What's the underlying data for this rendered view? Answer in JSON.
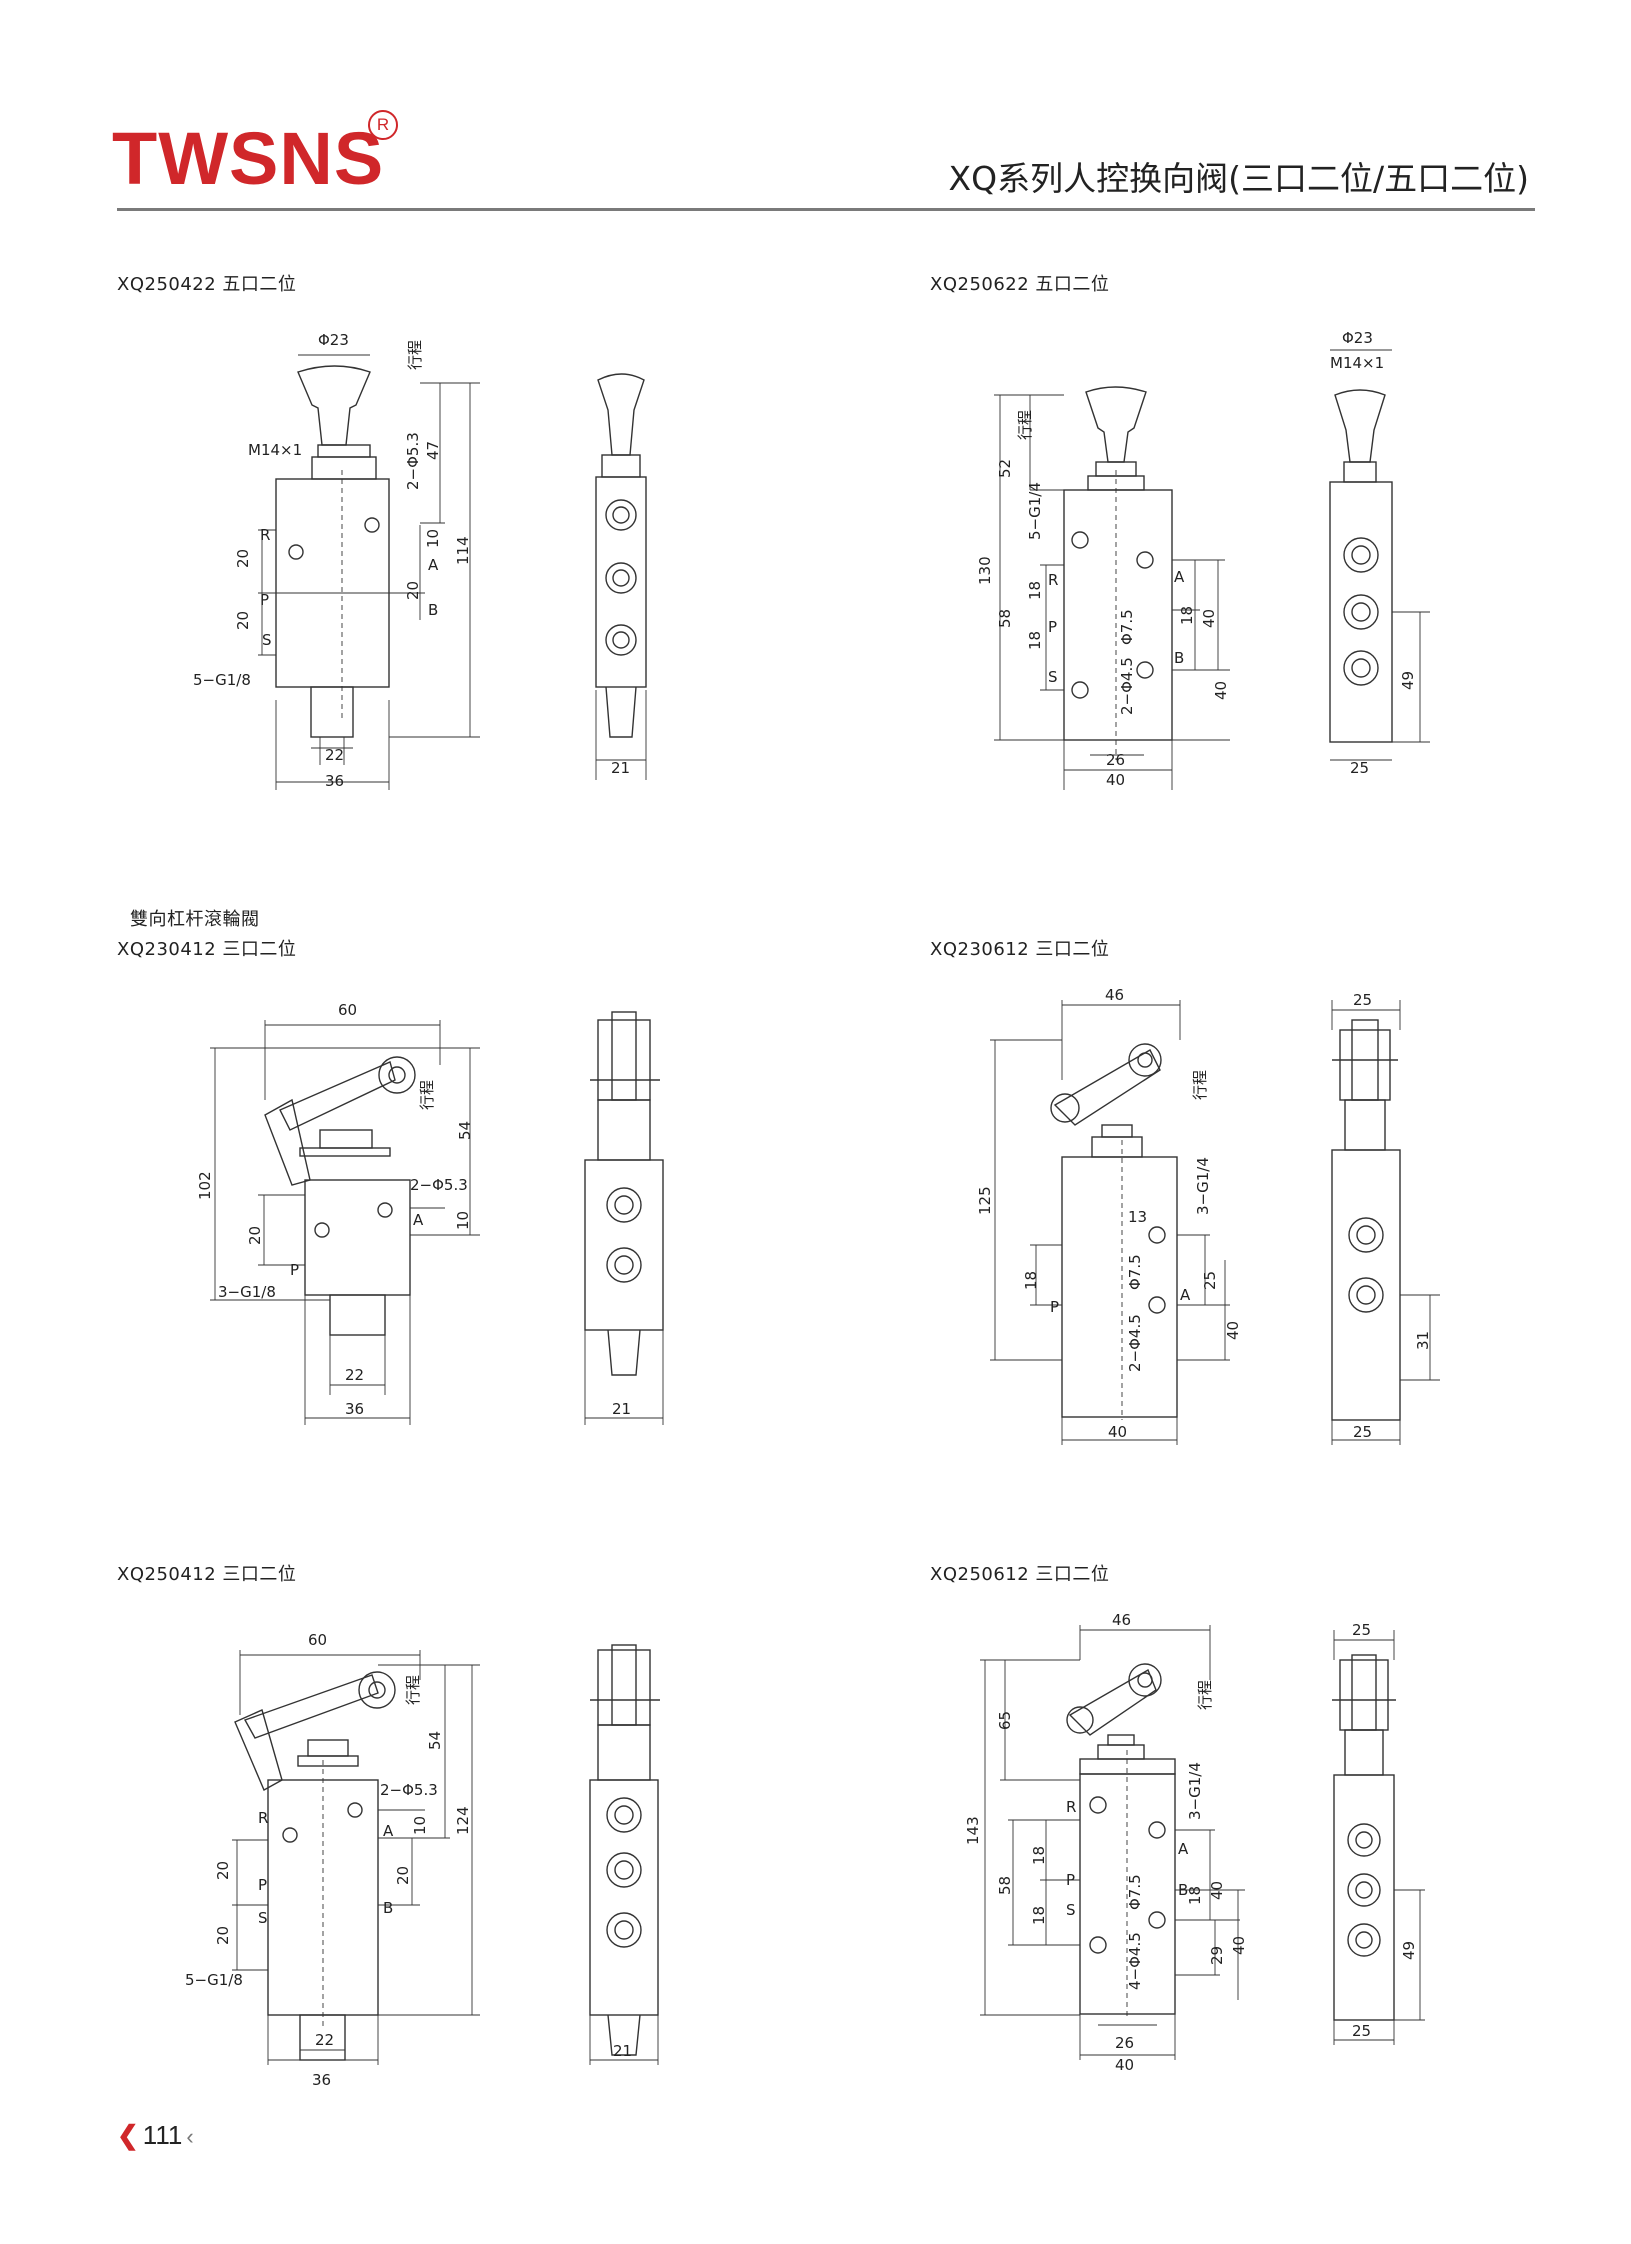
{
  "header": {
    "brand": "TWSNS",
    "registered": "R",
    "title": "XQ系列人控换向阀(三口二位/五口二位)"
  },
  "sections": [
    {
      "id": "s1",
      "caption": "XQ250422 五口二位"
    },
    {
      "id": "s2",
      "caption": "XQ250622 五口二位"
    },
    {
      "id": "s3",
      "group_title": "雙向杠杆滾輪閥",
      "caption": "XQ230412 三口二位"
    },
    {
      "id": "s4",
      "caption": "XQ230612 三口二位"
    },
    {
      "id": "s5",
      "caption": "XQ250412 三口二位"
    },
    {
      "id": "s6",
      "caption": "XQ250612 三口二位"
    }
  ],
  "dims": {
    "s1": {
      "d1": "Φ23",
      "d2": "行程",
      "d3": "M14×1",
      "d4": "2−Φ5.3",
      "d5": "47",
      "d6": "10",
      "d7": "114",
      "d8": "20",
      "d9": "20",
      "d10": "20",
      "d11": "5−G1/8",
      "d12": "22",
      "d13": "36",
      "d14": "21",
      "p1": "R",
      "p2": "P",
      "p3": "S",
      "p4": "A",
      "p5": "B"
    },
    "s2": {
      "d1": "Φ23",
      "d2": "M14×1",
      "d3": "行程",
      "d4": "52",
      "d5": "130",
      "d6": "5−G1/4",
      "d7": "58",
      "d8": "18",
      "d9": "18",
      "d10": "Φ7.5",
      "d11": "2−Φ4.5",
      "d12": "18",
      "d13": "40",
      "d14": "40",
      "d15": "49",
      "d16": "26",
      "d17": "40",
      "d18": "25",
      "p1": "R",
      "p2": "P",
      "p3": "S",
      "p4": "A",
      "p5": "B"
    },
    "s3": {
      "d1": "60",
      "d2": "行程",
      "d3": "54",
      "d4": "102",
      "d5": "2−Φ5.3",
      "d6": "10",
      "d7": "20",
      "d8": "3−G1/8",
      "d9": "22",
      "d10": "36",
      "d11": "21",
      "p1": "P",
      "p2": "A"
    },
    "s4": {
      "d1": "46",
      "d2": "行程",
      "d3": "125",
      "d4": "3−G1/4",
      "d5": "13",
      "d6": "18",
      "d7": "Φ7.5",
      "d8": "25",
      "d9": "2−Φ4.5",
      "d10": "40",
      "d11": "40",
      "d12": "25",
      "d13": "31",
      "d14": "25",
      "p1": "P",
      "p2": "A"
    },
    "s5": {
      "d1": "60",
      "d2": "行程",
      "d3": "54",
      "d4": "124",
      "d5": "2−Φ5.3",
      "d6": "10",
      "d7": "20",
      "d8": "20",
      "d9": "20",
      "d10": "5−G1/8",
      "d11": "22",
      "d12": "36",
      "d13": "21",
      "p1": "R",
      "p2": "P",
      "p3": "S",
      "p4": "A",
      "p5": "B"
    },
    "s6": {
      "d1": "46",
      "d2": "行程",
      "d3": "65",
      "d4": "143",
      "d5": "3−G1/4",
      "d6": "58",
      "d7": "18",
      "d8": "18",
      "d9": "Φ7.5",
      "d10": "4−Φ4.5",
      "d11": "18",
      "d12": "40",
      "d13": "29",
      "d14": "40",
      "d15": "49",
      "d16": "26",
      "d17": "40",
      "d18": "25",
      "d19": "25",
      "p1": "R",
      "p2": "P",
      "p3": "S",
      "p4": "A",
      "p5": "B"
    }
  },
  "footer": {
    "page_number": "111"
  }
}
